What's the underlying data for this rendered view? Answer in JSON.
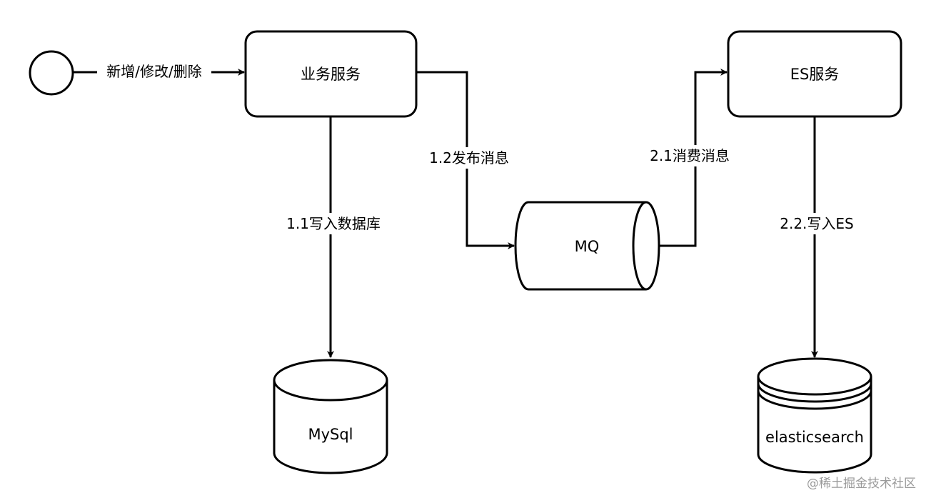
{
  "nodes": {
    "start": {
      "kind": "start-event"
    },
    "biz_service": {
      "label": "业务服务"
    },
    "es_service": {
      "label": "ES服务"
    },
    "mq": {
      "label": "MQ"
    },
    "mysql": {
      "label": "MySql"
    },
    "elasticsearch": {
      "label": "elasticsearch"
    }
  },
  "edges": {
    "start_to_biz": {
      "label": "新增/修改/删除"
    },
    "biz_to_mysql": {
      "label": "1.1写入数据库"
    },
    "biz_to_mq": {
      "label": "1.2发布消息"
    },
    "mq_to_es": {
      "label": "2.1消费消息"
    },
    "es_to_elasticsearch": {
      "label": "2.2.写入ES"
    }
  },
  "watermark": "@稀土掘金技术社区",
  "colors": {
    "stroke": "#000000",
    "fill": "#ffffff",
    "watermark": "#9a9a9a"
  }
}
